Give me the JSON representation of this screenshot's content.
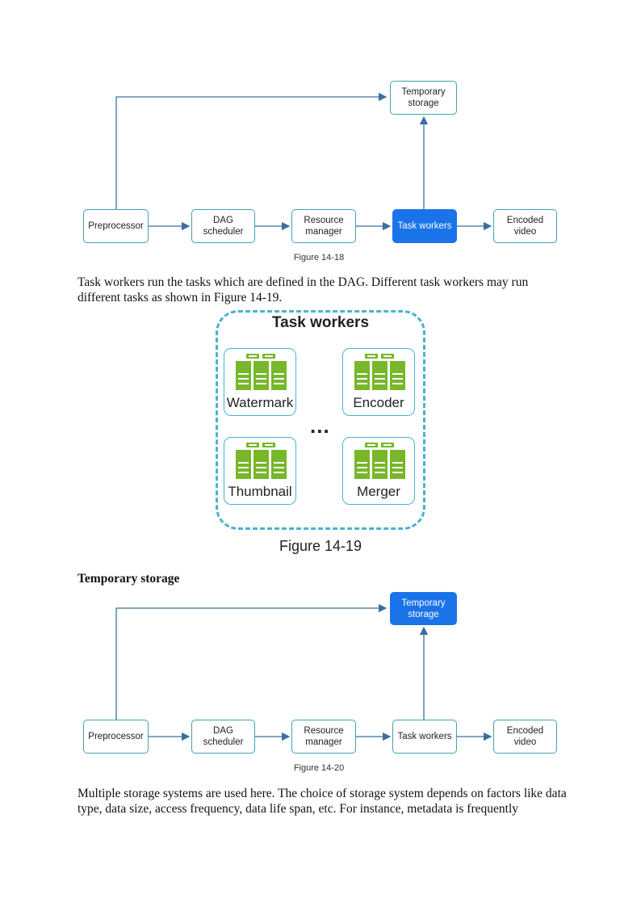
{
  "figure18": {
    "nodes": {
      "temp": "Temporary\nstorage",
      "pre": "Preprocessor",
      "dag": "DAG\nscheduler",
      "res": "Resource\nmanager",
      "tw": "Task workers",
      "enc": "Encoded\nvideo"
    },
    "highlighted": "Task workers",
    "caption": "Figure 14-18"
  },
  "paragraph1": "Task workers run the tasks which are defined in the DAG. Different task workers may run different tasks as shown in Figure 14-19.",
  "figure19": {
    "title": "Task workers",
    "workers": [
      "Watermark",
      "Encoder",
      "Thumbnail",
      "Merger"
    ],
    "ellipsis": "...",
    "caption": "Figure 14-19",
    "colors": {
      "border": "#4ab3cf",
      "server": "#76b82a"
    }
  },
  "heading": "Temporary storage",
  "figure20": {
    "nodes": {
      "temp": "Temporary\nstorage",
      "pre": "Preprocessor",
      "dag": "DAG\nscheduler",
      "res": "Resource\nmanager",
      "tw": "Task workers",
      "enc": "Encoded\nvideo"
    },
    "highlighted": "Temporary storage",
    "caption": "Figure 14-20"
  },
  "paragraph2": "Multiple storage systems are used here. The choice of storage system depends on factors like data type, data size, access frequency, data life span, etc. For instance, metadata is frequently",
  "colors": {
    "accent": "#1a73e8",
    "node_border": "#3fa3b0",
    "arrow": "#3b6fa0"
  }
}
